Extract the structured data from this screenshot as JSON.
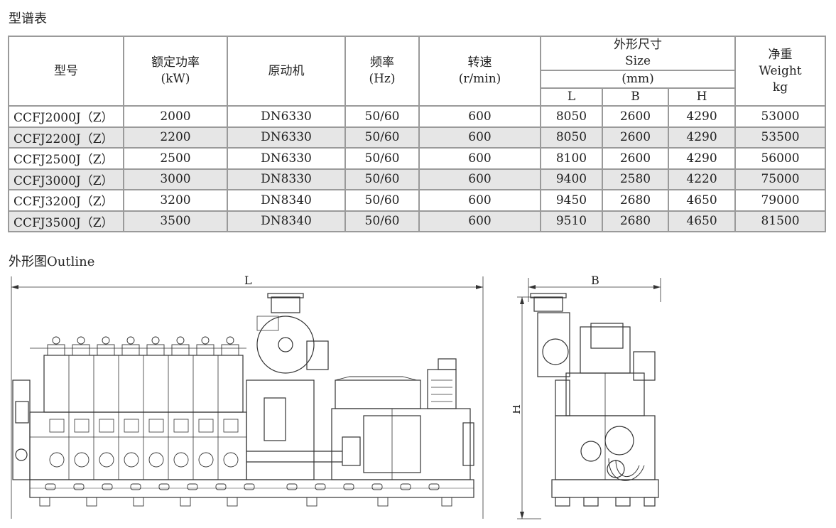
{
  "titles": {
    "spec_table": "型谱表",
    "outline": "外形图Outline"
  },
  "table": {
    "headers": {
      "model": "型号",
      "rated_power": "额定功率",
      "rated_power_unit": "(kW)",
      "engine": "原动机",
      "frequency": "频率",
      "frequency_unit": "(Hz)",
      "speed": "转速",
      "speed_unit": "(r/min)",
      "size": "外形尺寸",
      "size_en": "Size",
      "size_unit": "(mm)",
      "L": "L",
      "B": "B",
      "H": "H",
      "weight": "净重",
      "weight_en": "Weight",
      "weight_unit": "kg"
    },
    "rows": [
      {
        "model": "CCFJ2000J（Z）",
        "power": "2000",
        "engine": "DN6330",
        "freq": "50/60",
        "speed": "600",
        "L": "8050",
        "B": "2600",
        "H": "4290",
        "weight": "53000"
      },
      {
        "model": "CCFJ2200J（Z）",
        "power": "2200",
        "engine": "DN6330",
        "freq": "50/60",
        "speed": "600",
        "L": "8050",
        "B": "2600",
        "H": "4290",
        "weight": "53500"
      },
      {
        "model": "CCFJ2500J（Z）",
        "power": "2500",
        "engine": "DN6330",
        "freq": "50/60",
        "speed": "600",
        "L": "8100",
        "B": "2600",
        "H": "4290",
        "weight": "56000"
      },
      {
        "model": "CCFJ3000J（Z）",
        "power": "3000",
        "engine": "DN8330",
        "freq": "50/60",
        "speed": "600",
        "L": "9400",
        "B": "2580",
        "H": "4220",
        "weight": "75000"
      },
      {
        "model": "CCFJ3200J（Z）",
        "power": "3200",
        "engine": "DN8340",
        "freq": "50/60",
        "speed": "600",
        "L": "9450",
        "B": "2680",
        "H": "4650",
        "weight": "79000"
      },
      {
        "model": "CCFJ3500J（Z）",
        "power": "3500",
        "engine": "DN8340",
        "freq": "50/60",
        "speed": "600",
        "L": "9510",
        "B": "2680",
        "H": "4650",
        "weight": "81500"
      }
    ]
  },
  "diagram": {
    "side_dim": "L",
    "front_width_dim": "B",
    "front_height_dim": "H"
  }
}
